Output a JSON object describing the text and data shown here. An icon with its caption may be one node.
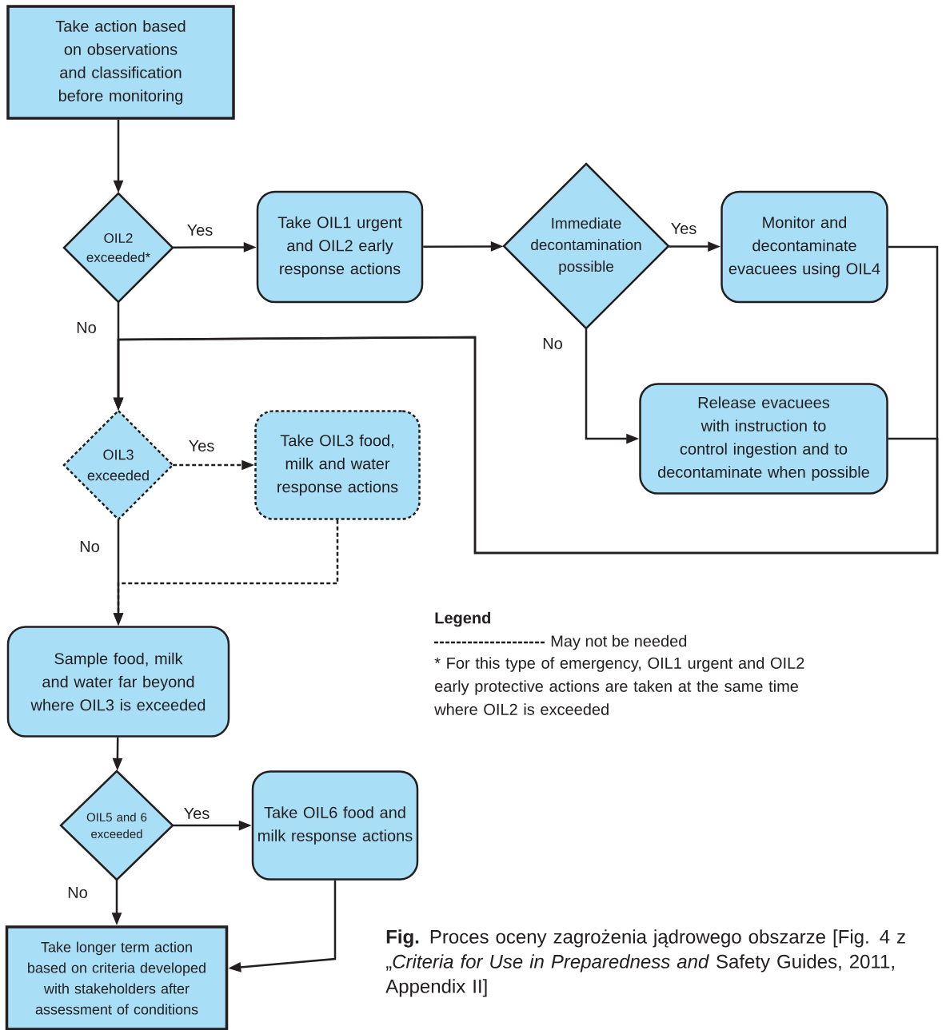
{
  "diagram": {
    "caption": "**Fig.** Proces oceny zagrożenia jądrowego obszarze [Fig. 4 z „*Criteria for Use in Preparedness and* Safety Guides, 2011, Appendix II]",
    "nodes": [
      {
        "text": [
          "Take action based on observations and classification before monitoring"
        ]
      },
      {
        "text": [
          "OIL2 exceeded*"
        ]
      },
      {
        "text": [
          "Take OIL1 urgent and OIL2 early response actions"
        ]
      },
      {
        "text": [
          "Immediate decontamination possible"
        ]
      },
      {
        "text": [
          "Monitor and decontaminate evacuees using OIL4"
        ]
      },
      {
        "text": [
          "Release evacuees with instruction to control ingestion and to decontaminate when possible"
        ]
      },
      {
        "text": [
          "OIL3 exceeded"
        ]
      },
      {
        "text": [
          "Take OIL3 food, milk and water response actions"
        ]
      },
      {
        "text": [
          "Sample food, milk and water far beyond where OIL3 is exceeded"
        ]
      },
      {
        "text": [
          "OIL5 and 6 exceeded"
        ]
      },
      {
        "text": [
          "Take OIL6 food and milk response actions"
        ]
      },
      {
        "text": [
          "Take longer term action based on criteria developed with stakeholders after assessment of conditions"
        ]
      }
    ],
    "edges": [
      {
        "from": 0,
        "to": 1,
        "arrow": "to"
      },
      {
        "from": 1,
        "to": 2,
        "arrow": "to",
        "label": "Yes"
      },
      {
        "from": 2,
        "to": 3,
        "arrow": "to"
      },
      {
        "from": 3,
        "to": 4,
        "arrow": "to",
        "label": "Yes"
      },
      {
        "from": 3,
        "to": 5,
        "arrow": "to",
        "label": "No"
      },
      {
        "from": 1,
        "to": 6,
        "arrow": "to",
        "label": "No"
      },
      {
        "from": 4,
        "to": 6,
        "arrow": "to"
      },
      {
        "from": 5,
        "to": 6,
        "arrow": "to"
      },
      {
        "from": 6,
        "to": 7,
        "arrow": "to",
        "label": "Yes",
        "style": "dashed"
      },
      {
        "from": 7,
        "to": 8,
        "arrow": "to",
        "style": "dashed"
      },
      {
        "from": 6,
        "to": 8,
        "arrow": "to",
        "label": "No"
      },
      {
        "from": 8,
        "to": 9,
        "arrow": "to"
      },
      {
        "from": 9,
        "to": 10,
        "arrow": "to",
        "label": "Yes"
      },
      {
        "from": 9,
        "to": 11,
        "arrow": "to",
        "label": "No"
      },
      {
        "from": 10,
        "to": 11,
        "arrow": "to"
      }
    ],
    "labels": [
      "Legend",
      "* For this type of emergency, OIL1 urgent and OIL2 early protective actions are taken at the same time where OIL2 is exceeded"
    ],
    "legend": [
      {
        "text": "May not be needed"
      }
    ]
  }
}
